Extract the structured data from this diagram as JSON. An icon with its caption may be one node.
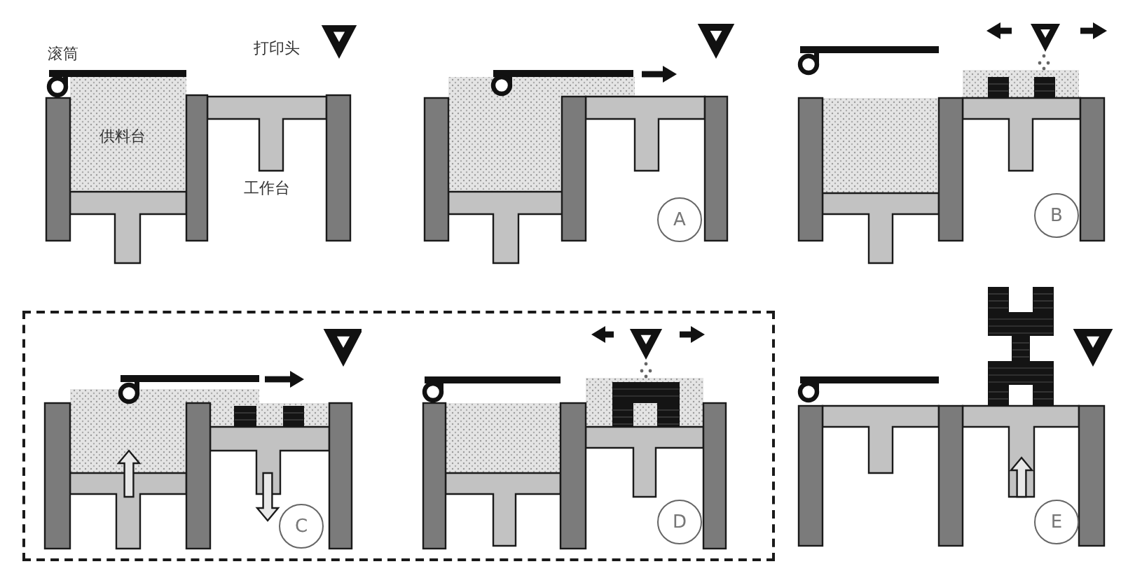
{
  "diagram": {
    "nodes": [
      {
        "text": [
          "A"
        ]
      },
      {
        "text": [
          "B"
        ]
      },
      {
        "text": [],
        "shape": "box"
      },
      {
        "text": [
          "C"
        ],
        "in": 2
      },
      {
        "text": [
          "D"
        ],
        "in": 2
      },
      {
        "text": [
          "E"
        ]
      }
    ],
    "labels": [
      "滚筒",
      "打印头",
      "供料台",
      "工作台"
    ]
  }
}
